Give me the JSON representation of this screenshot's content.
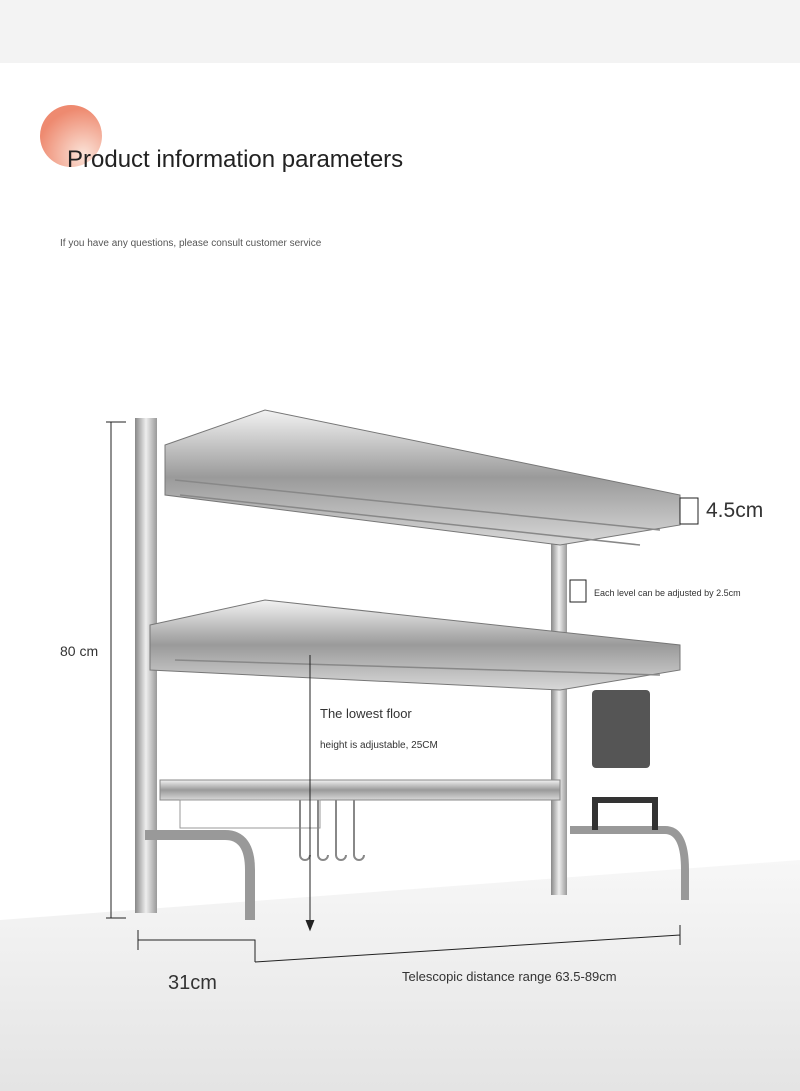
{
  "header": {
    "title": "Product information parameters",
    "subtitle": "If you have any questions, please consult customer service"
  },
  "dimensions": {
    "shelf_lip": "4.5cm",
    "level_adjust": "Each level can be adjusted by 2.5cm",
    "height": "80 cm",
    "lowest_floor_title": "The lowest floor",
    "lowest_floor_note": "height is adjustable, 25CM",
    "depth": "31cm",
    "width_range": "Telescopic distance range 63.5-89cm"
  },
  "colors": {
    "accent": "#ee8a70"
  }
}
